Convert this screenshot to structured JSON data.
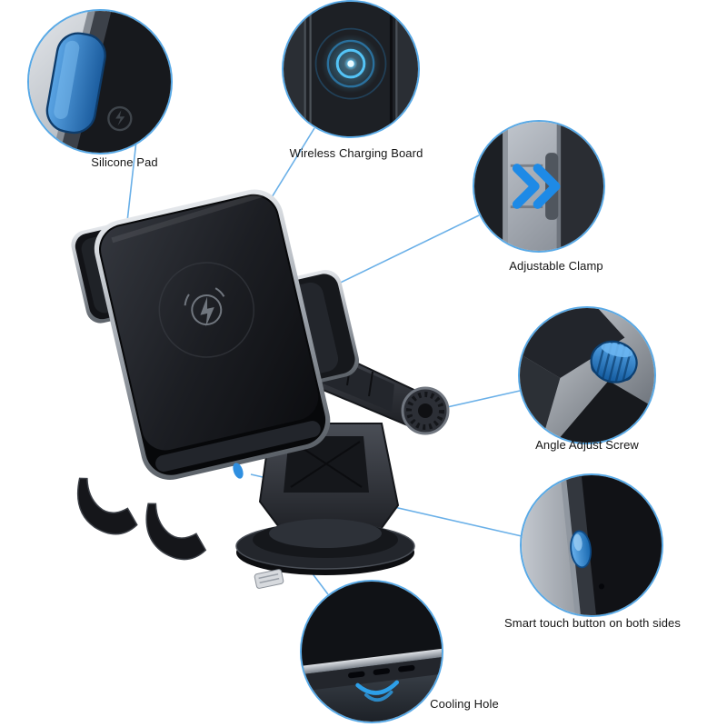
{
  "diagram": {
    "kind": "product-feature-callouts"
  },
  "callouts": [
    {
      "name": "silicone-pad",
      "label": "Silicone Pad"
    },
    {
      "name": "wireless-charging-board",
      "label": "Wireless Charging Board"
    },
    {
      "name": "adjustable-clamp",
      "label": "Adjustable Clamp"
    },
    {
      "name": "angle-adjust-screw",
      "label": "Angle Adjust Screw"
    },
    {
      "name": "smart-touch-button",
      "label": "Smart touch button on both sides"
    },
    {
      "name": "cooling-hole",
      "label": "Cooling Hole"
    }
  ],
  "colors": {
    "background": "#ffffff",
    "callout_ring": "#58a9e6",
    "connector_line": "#6ab0e8",
    "accent_blue": "#2f8fe0",
    "body_dark": "#17181c",
    "metal_silver": "#9ba1a9",
    "label_text": "#151515"
  }
}
